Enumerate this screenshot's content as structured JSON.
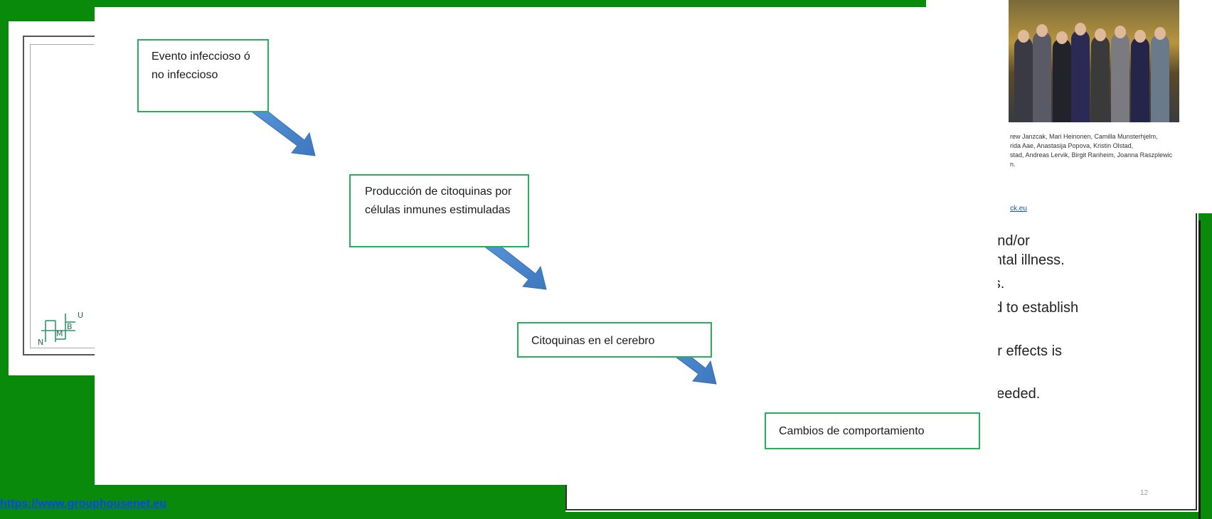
{
  "diagram": {
    "steps": [
      {
        "text": "Evento infeccioso ó no infeccioso"
      },
      {
        "text": "Producción de citoquinas por células inmunes estimuladas"
      },
      {
        "text": "Citoquinas en el cerebro"
      },
      {
        "text": "Cambios de comportamiento"
      }
    ]
  },
  "background_slide": {
    "lines": [
      "ːs and/or",
      "mental illness.",
      "pigs.",
      "ɪsed to establish",
      "their effects is",
      "is needed."
    ],
    "slide_number": "12"
  },
  "photo_caption": {
    "lines": [
      "rew Janzcak, Mari Heinonen, Camilla Munsterhjelm,",
      "rida Aae, Anastasija Popova, Kristin Olstad,",
      "stad,  Andreas Lervik, Birgit Ranheim, Joanna Raszplewic",
      "n."
    ],
    "link": "ck.eu"
  },
  "logo": {
    "letters": [
      "N",
      "M",
      "B",
      "U"
    ]
  },
  "footer": {
    "link": "https://www.grouphousenet.eu"
  },
  "colors": {
    "background": "#0a8a0a",
    "box_border": "#25b05e",
    "arrow": "#4a86cf",
    "link": "#0645ff"
  }
}
